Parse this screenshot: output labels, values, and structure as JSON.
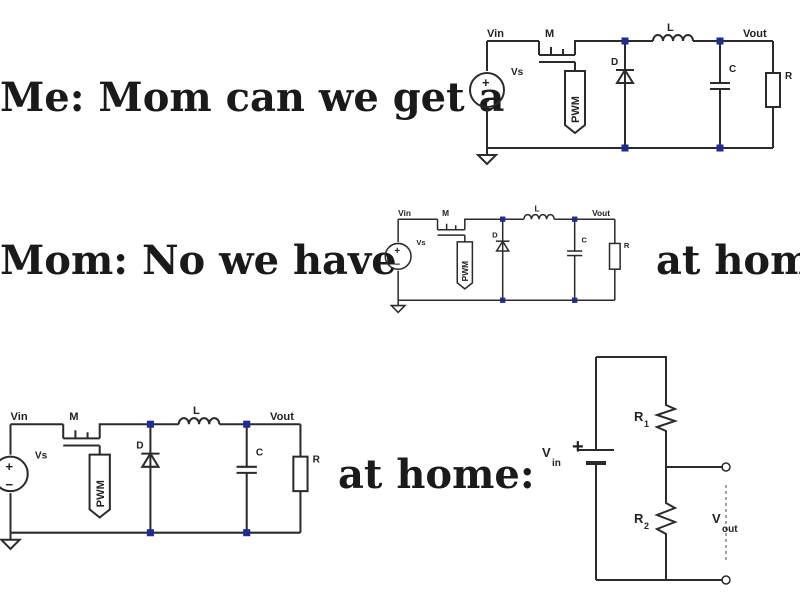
{
  "lines": {
    "me": "Me: Mom can we get a",
    "mom": "Mom: No we have",
    "mom_suffix": "at home",
    "home": "at home:"
  },
  "buck_labels": {
    "vin": "Vin",
    "switch": "M",
    "inductor": "L",
    "vout": "Vout",
    "source": "Vs",
    "diode": "D",
    "capacitor": "C",
    "resistor": "R",
    "pwm": "PWM",
    "plus": "+",
    "minus": "−"
  },
  "divider_labels": {
    "vin_v": "V",
    "vin_sub": "in",
    "r1": "R",
    "r1_sub": "1",
    "r2": "R",
    "r2_sub": "2",
    "vout_v": "V",
    "vout_sub": "out",
    "plus": "+"
  },
  "colors": {
    "node_dot": "#1f2d8f",
    "wire": "#2b2b2b",
    "text": "#1a1a1a"
  }
}
